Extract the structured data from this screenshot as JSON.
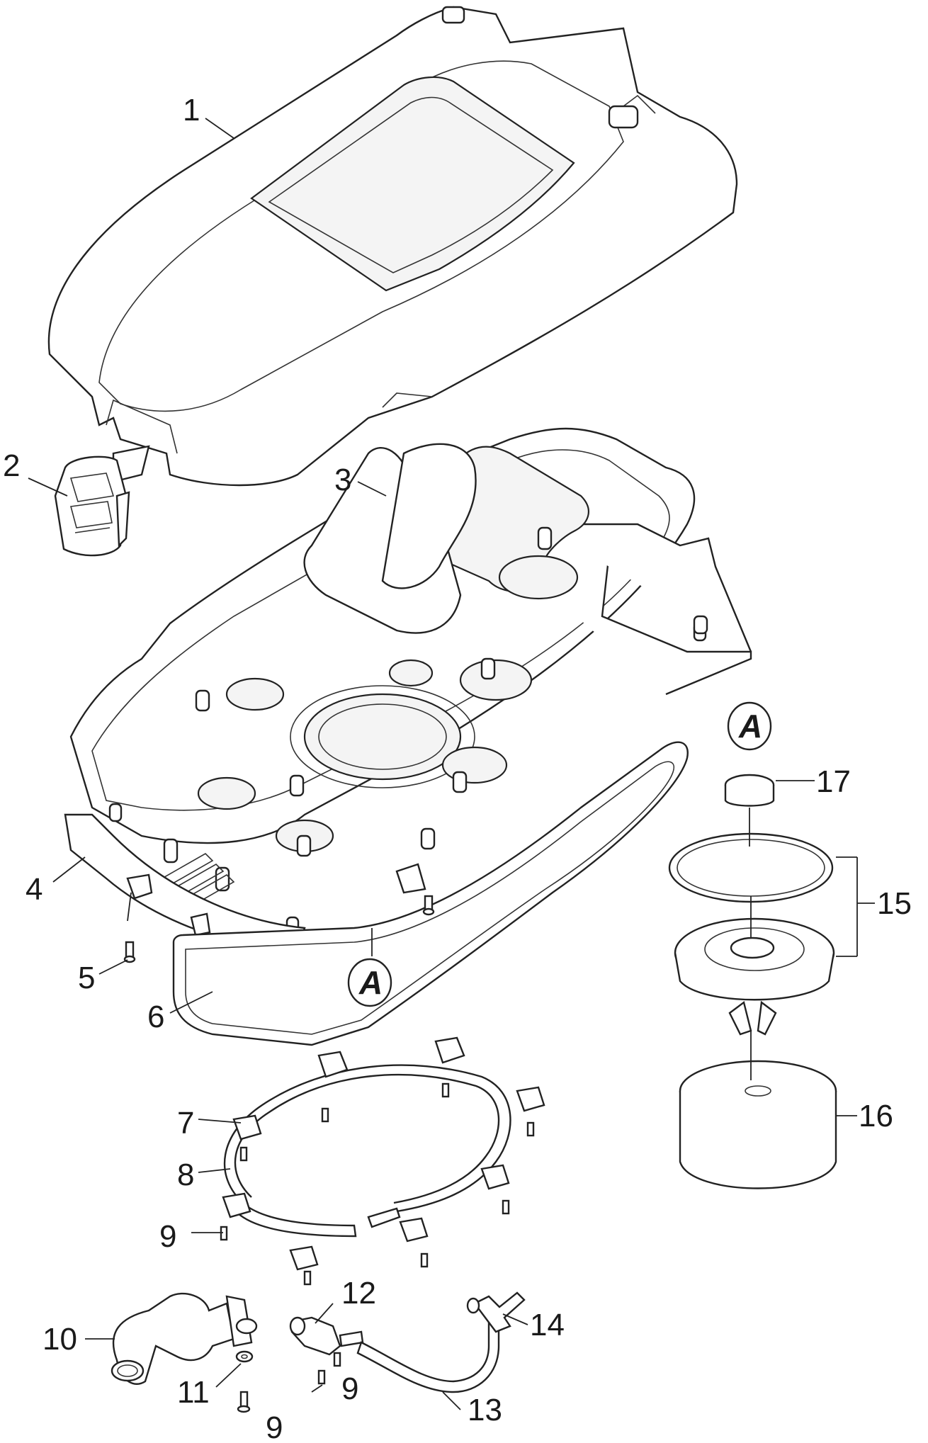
{
  "diagram": {
    "type": "exploded-parts-view",
    "callouts": [
      {
        "id": "c1",
        "text": "1",
        "part": "top-cover"
      },
      {
        "id": "c2",
        "text": "2",
        "part": "latch-button"
      },
      {
        "id": "c3",
        "text": "3",
        "part": "base-plate"
      },
      {
        "id": "c4",
        "text": "4",
        "part": "bumper-strip"
      },
      {
        "id": "c5",
        "text": "5",
        "part": "screw"
      },
      {
        "id": "c6",
        "text": "6",
        "part": "gasket"
      },
      {
        "id": "c7",
        "text": "7",
        "part": "hose-clip"
      },
      {
        "id": "c8",
        "text": "8",
        "part": "hose-ring"
      },
      {
        "id": "c9a",
        "text": "9",
        "part": "screw"
      },
      {
        "id": "c9b",
        "text": "9",
        "part": "screw"
      },
      {
        "id": "c9c",
        "text": "9",
        "part": "screw"
      },
      {
        "id": "c10",
        "text": "10",
        "part": "elbow-connector"
      },
      {
        "id": "c11",
        "text": "11",
        "part": "washer"
      },
      {
        "id": "c12",
        "text": "12",
        "part": "nozzle-fitting"
      },
      {
        "id": "c13",
        "text": "13",
        "part": "hose"
      },
      {
        "id": "c14",
        "text": "14",
        "part": "t-connector"
      },
      {
        "id": "c15",
        "text": "15",
        "part": "filter-assembly"
      },
      {
        "id": "c16",
        "text": "16",
        "part": "foam-filter"
      },
      {
        "id": "c17",
        "text": "17",
        "part": "cap"
      }
    ],
    "detail_markers": [
      {
        "id": "mA1",
        "text": "A"
      },
      {
        "id": "mA2",
        "text": "A"
      }
    ]
  }
}
